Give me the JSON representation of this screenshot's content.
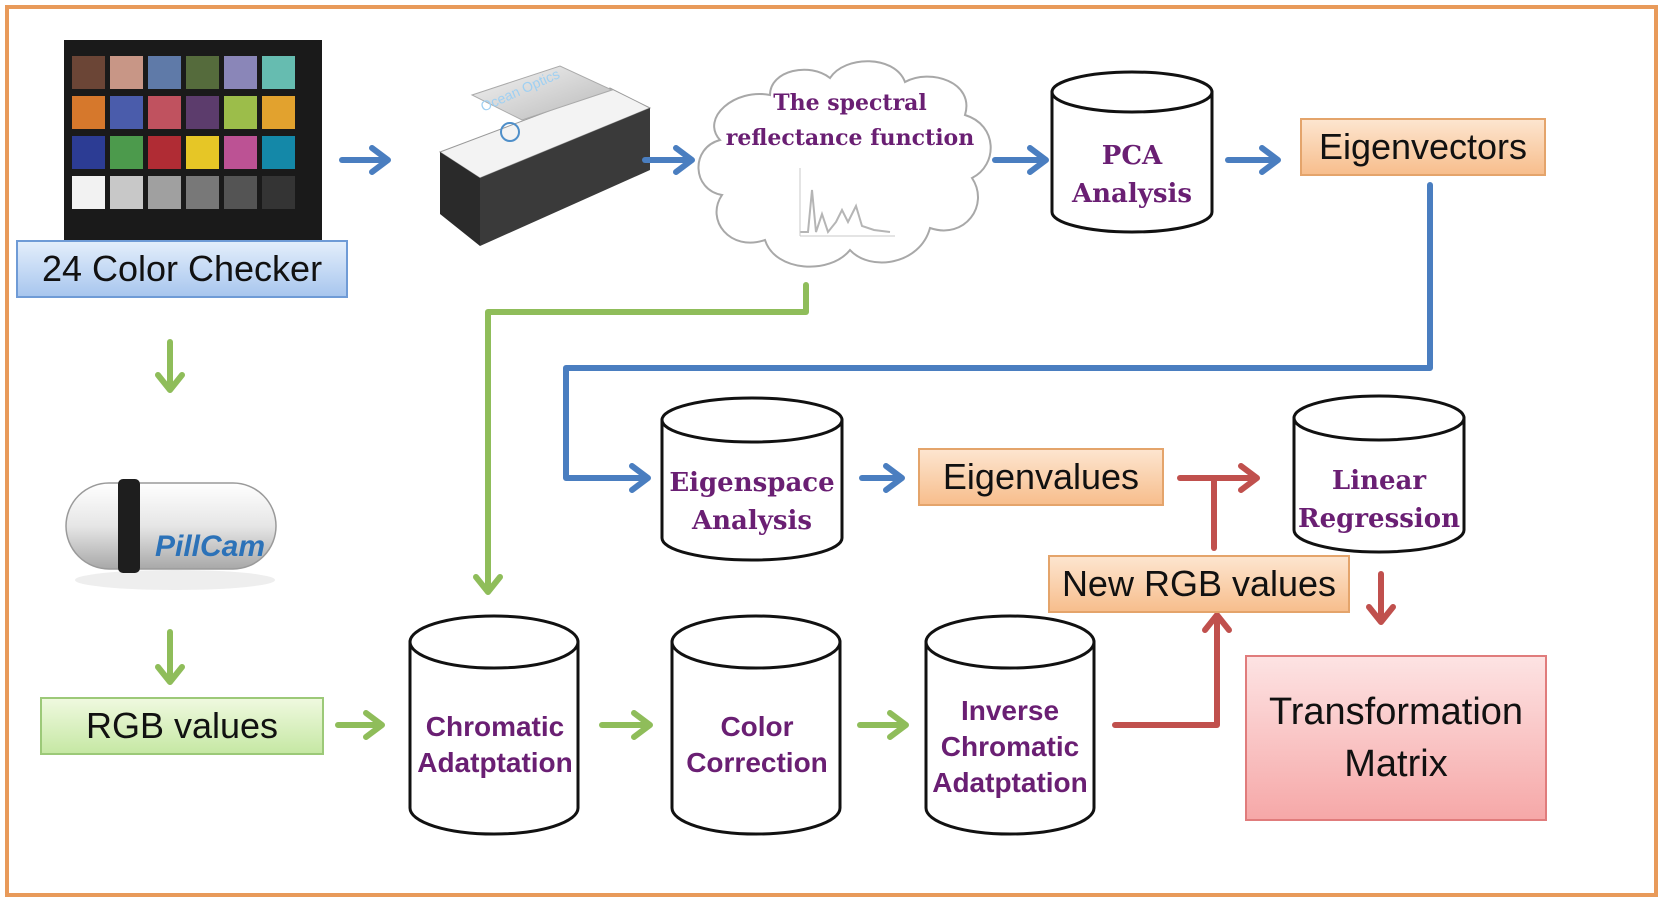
{
  "nodes": {
    "color_checker": "24 Color Checker",
    "pillcam": "PillCam",
    "spectrometer_logo": "Ocean Optics",
    "spectral": [
      "The spectral",
      "reflectance function"
    ],
    "pca": [
      "PCA",
      "Analysis"
    ],
    "eigenvectors": "Eigenvectors",
    "eigenspace": [
      "Eigenspace",
      "Analysis"
    ],
    "eigenvalues": "Eigenvalues",
    "linear_regression": [
      "Linear",
      "Regression"
    ],
    "new_rgb": "New RGB values",
    "rgb_values": "RGB values",
    "chromatic": [
      "Chromatic",
      "Adatptation"
    ],
    "color_correction": [
      "Color",
      "Correction"
    ],
    "inverse_chromatic": [
      "Inverse",
      "Chromatic",
      "Adatptation"
    ],
    "transformation": [
      "Transformation",
      "Matrix"
    ]
  },
  "colors": {
    "frame": "#e89a5a",
    "blue_arrow": "#4a7ec0",
    "green_arrow": "#8fbd5a",
    "red_arrow": "#c0504d",
    "cylinder_text": "#6a1f73"
  },
  "swatches": [
    "#6b4536",
    "#c89686",
    "#5f7aa8",
    "#556b3c",
    "#8a86b8",
    "#66bcb0",
    "#d6782c",
    "#4a5cab",
    "#c0525f",
    "#5c3c6c",
    "#9cbd4a",
    "#e2a22e",
    "#2c3c94",
    "#4c9a4c",
    "#b02c34",
    "#e6c626",
    "#bc5294",
    "#1488a8",
    "#f2f2f2",
    "#c8c8c8",
    "#a0a0a0",
    "#787878",
    "#545454",
    "#343434"
  ]
}
